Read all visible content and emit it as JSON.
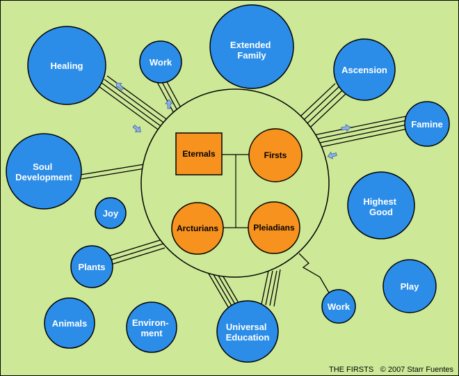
{
  "diagram": {
    "title": "THE FIRSTS",
    "copyright": "© 2007 Starr Fuentes",
    "colors": {
      "background": "#cde998",
      "bubble": "#2b8de8",
      "core": "#f7921e",
      "outline": "#000000",
      "arrow": "#8fb3e6"
    },
    "core_nodes": {
      "eternals": "Eternals",
      "firsts": "Firsts",
      "arcturians": "Arcturians",
      "pleiadians": "Pleiadians"
    },
    "nodes": [
      {
        "id": "healing",
        "lines": [
          "Healing"
        ]
      },
      {
        "id": "work-top",
        "lines": [
          "Work"
        ]
      },
      {
        "id": "extended-family",
        "lines": [
          "Extended",
          "Family"
        ]
      },
      {
        "id": "ascension",
        "lines": [
          "Ascension"
        ]
      },
      {
        "id": "famine",
        "lines": [
          "Famine"
        ]
      },
      {
        "id": "soul-development",
        "lines": [
          "Soul",
          "Development"
        ]
      },
      {
        "id": "joy",
        "lines": [
          "Joy"
        ]
      },
      {
        "id": "highest-good",
        "lines": [
          "Highest",
          "Good"
        ]
      },
      {
        "id": "play",
        "lines": [
          "Play"
        ]
      },
      {
        "id": "plants",
        "lines": [
          "Plants"
        ]
      },
      {
        "id": "animals",
        "lines": [
          "Animals"
        ]
      },
      {
        "id": "environment",
        "lines": [
          "Environ-",
          "ment"
        ]
      },
      {
        "id": "universal-education",
        "lines": [
          "Universal",
          "Education"
        ]
      },
      {
        "id": "work-bottom",
        "lines": [
          "Work"
        ]
      }
    ]
  }
}
